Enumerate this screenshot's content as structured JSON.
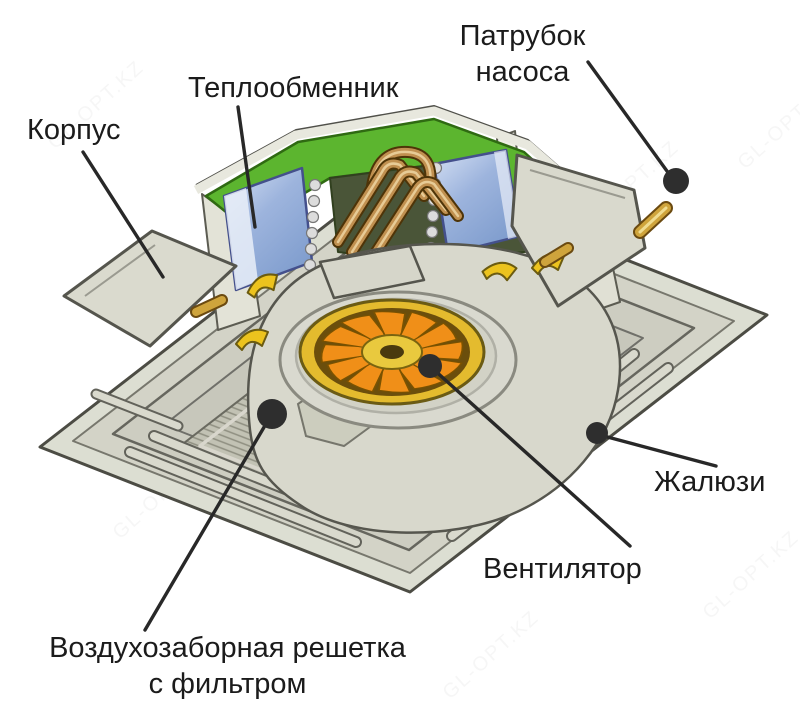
{
  "page": {
    "background": "#ffffff"
  },
  "watermark": {
    "text": "GL-OPT.KZ"
  },
  "labels": {
    "pump_pipe": {
      "line1": "Патрубок",
      "line2": "насоса"
    },
    "heat_exchanger": {
      "text": "Теплообменник"
    },
    "housing": {
      "text": "Корпус"
    },
    "louvers": {
      "text": "Жалюзи"
    },
    "fan": {
      "text": "Вентилятор"
    },
    "intake_grille": {
      "line1": "Воздухозаборная решетка",
      "line2": "с фильтром"
    }
  },
  "colors": {
    "label_text": "#1b1b1b",
    "leader_line": "#282828",
    "callout_dot": "#2e2e2e",
    "faceplate_grey": "#dcded2",
    "housing_grey": "#d8d8cc",
    "roof_green": "#5cb52f",
    "heat_exchanger_blue": "#9db4dd",
    "fan_orange": "#f08f18",
    "fan_ring_yellow": "#e4bb2e",
    "pipe_copper": "#c09050",
    "actuator_yellow": "#ecc31e"
  }
}
